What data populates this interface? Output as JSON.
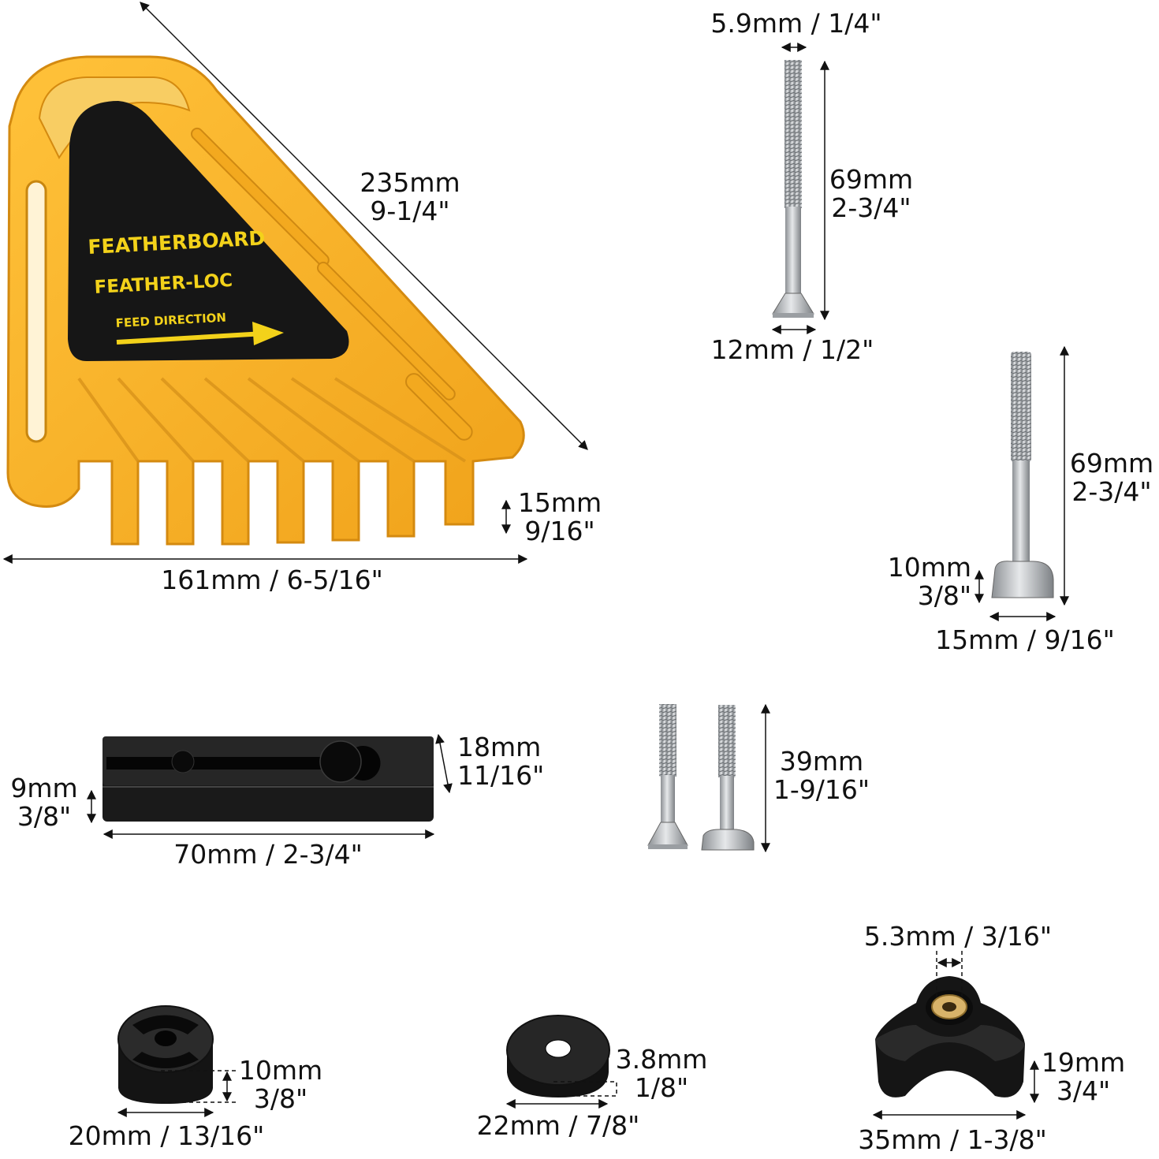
{
  "featherboard": {
    "brand_line1": "FEATHERBOARD",
    "brand_line2": "FEATHER-LOC",
    "feed_direction": "FEED DIRECTION",
    "diagonal_mm": "235mm",
    "diagonal_in": "9-1/4\"",
    "width": "161mm / 6-5/16\"",
    "thickness_mm": "15mm",
    "thickness_in": "9/16\""
  },
  "screw_countersunk": {
    "shank": "5.9mm / 1/4\"",
    "length_mm": "69mm",
    "length_in": "2-3/4\"",
    "head": "12mm / 1/2\""
  },
  "screw_tbolt": {
    "length_mm": "69mm",
    "length_in": "2-3/4\"",
    "head_h_mm": "10mm",
    "head_h_in": "3/8\"",
    "head_w": "15mm / 9/16\""
  },
  "slide_bar": {
    "height_mm": "18mm",
    "height_in": "11/16\"",
    "side_mm": "9mm",
    "side_in": "3/8\"",
    "length": "70mm / 2-3/4\""
  },
  "short_screws": {
    "length_mm": "39mm",
    "length_in": "1-9/16\""
  },
  "spacer": {
    "height_mm": "10mm",
    "height_in": "3/8\"",
    "diameter": "20mm / 13/16\""
  },
  "washer": {
    "thick_mm": "3.8mm",
    "thick_in": "1/8\"",
    "diameter": "22mm / 7/8\""
  },
  "knob": {
    "insert": "5.3mm / 3/16\"",
    "height_mm": "19mm",
    "height_in": "3/4\"",
    "width": "35mm / 1-3/8\""
  },
  "colors": {
    "featherboard_yellow": "#f6b52a",
    "label_black": "#161616",
    "brand_text": "#f3d21a",
    "steel": "#b9bcbf"
  }
}
